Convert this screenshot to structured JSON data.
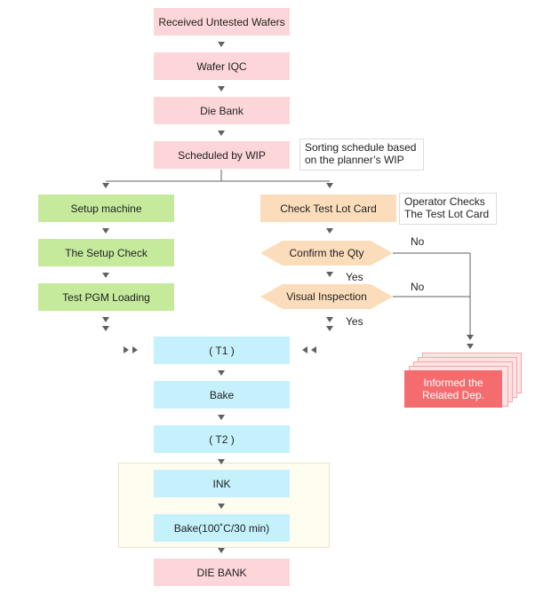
{
  "steps": {
    "received": "Received Untested Wafers",
    "iqc": "Wafer IQC",
    "die_bank": "Die Bank",
    "scheduled": "Scheduled by WIP",
    "setup_machine": "Setup machine",
    "setup_check": "The Setup Check",
    "pgm_loading": "Test PGM Loading",
    "check_lot": "Check Test Lot Card",
    "confirm_qty": "Confirm the Qty",
    "visual": "Visual Inspection",
    "t1": "( T1 )",
    "bake": "Bake",
    "t2": "( T2 )",
    "ink": "INK",
    "bake2": "Bake(100˚C/30 min)",
    "die_bank_final": "DIE BANK",
    "informed_line1": "Informed the",
    "informed_line2": "Related Dep."
  },
  "notes": {
    "schedule_line1": "Sorting schedule based",
    "schedule_line2": "on the planner’s WIP",
    "operator_line1": "Operator Checks",
    "operator_line2": "The Test Lot Card"
  },
  "labels": {
    "no": "No",
    "yes": "Yes"
  },
  "colors": {
    "pink": "#fcd6d8",
    "green": "#c5ea9c",
    "peach": "#fbdcbb",
    "cyan": "#c4f1fb",
    "alert": "#f56c6f",
    "arrow": "#606060"
  }
}
